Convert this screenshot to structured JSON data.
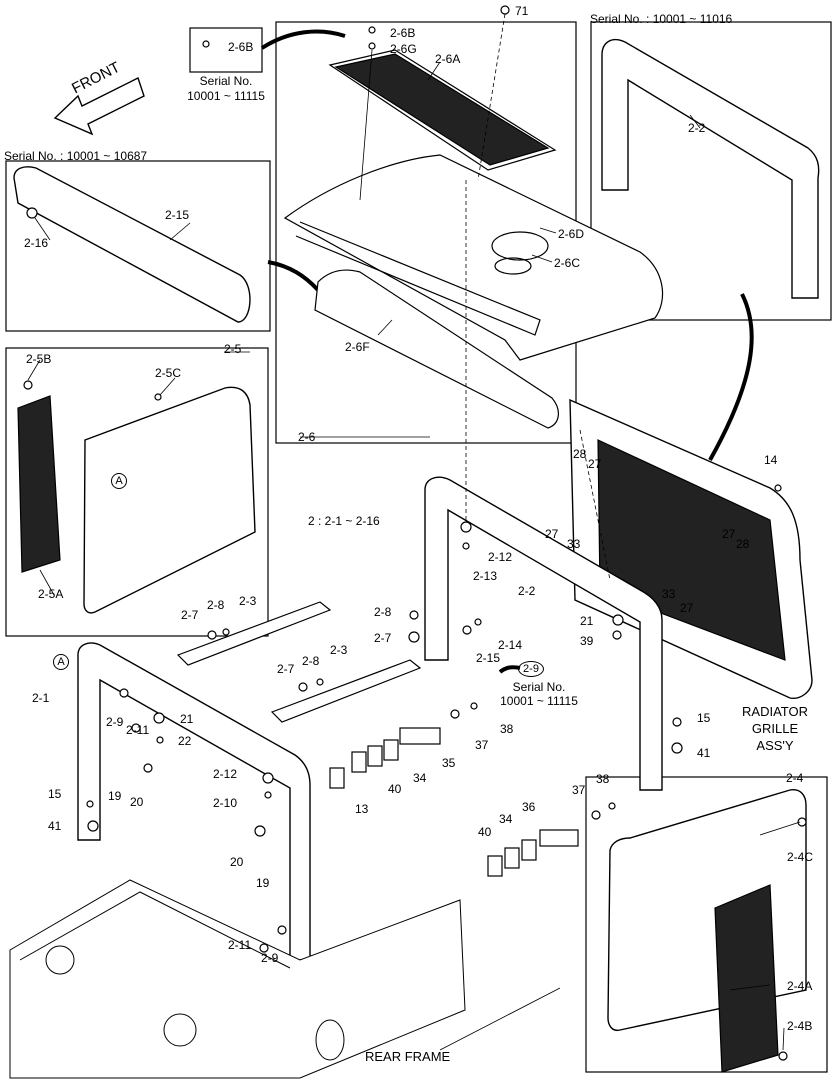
{
  "figure": {
    "front": "FRONT",
    "radiator_grille": [
      "RADIATOR",
      "GRILLE",
      "ASS'Y"
    ],
    "rear_frame": "REAR FRAME",
    "assembly_range": "2 : 2-1 ~ 2-16"
  },
  "serials": {
    "s_2_6b": [
      "Serial No.",
      "10001 ~ 11115"
    ],
    "s_2_2": "Serial No. : 10001 ~ 11016",
    "s_2_15": "Serial No. : 10001 ~ 10687",
    "s_2_9": [
      "Serial No.",
      "10001 ~ 11115"
    ]
  },
  "callouts": {
    "c71": "71",
    "c2_6B_box": "2-6B",
    "c2_6B": "2-6B",
    "c2_6G": "2-6G",
    "c2_6A": "2-6A",
    "c2_6D": "2-6D",
    "c2_6C": "2-6C",
    "c2_6F": "2-6F",
    "c2_6": "2-6",
    "c2_2_top": "2-2",
    "c2_15_top": "2-15",
    "c2_16": "2-16",
    "c2_5": "2-5",
    "c2_5B": "2-5B",
    "c2_5C": "2-5C",
    "c2_5A": "2-5A",
    "cA_1": "A",
    "c28a": "28",
    "c27a": "27",
    "c14": "14",
    "c27b": "27",
    "c33a": "33",
    "c2_12a": "2-12",
    "c2_13": "2-13",
    "c2_2": "2-2",
    "c27c": "27",
    "c28b": "28",
    "c33b": "33",
    "c27d": "27",
    "c21a": "21",
    "c39": "39",
    "c2_7a": "2-7",
    "c2_8a": "2-8",
    "c2_3a": "2-3",
    "c2_8b": "2-8",
    "c2_7b": "2-7",
    "c2_14": "2-14",
    "c2_15": "2-15",
    "c2_9c": "2-9",
    "c2_7c": "2-7",
    "c2_8c": "2-8",
    "c2_3b": "2-3",
    "cA_2": "A",
    "c2_1": "2-1",
    "c2_9a": "2-9",
    "c21b": "21",
    "c2_11a": "2-11",
    "c22": "22",
    "c38a": "38",
    "c37a": "37",
    "c15a": "15",
    "c41a": "41",
    "c35": "35",
    "c34a": "34",
    "c40a": "40",
    "c13": "13",
    "c2_12b": "2-12",
    "c2_10": "2-10",
    "c15b": "15",
    "c19a": "19",
    "c20a": "20",
    "c41b": "41",
    "c20b": "20",
    "c19b": "19",
    "c2_11b": "2-11",
    "c2_9b": "2-9",
    "c36": "36",
    "c37b": "37",
    "c38b": "38",
    "c34b": "34",
    "c40b": "40",
    "c2_4": "2-4",
    "c2_4C": "2-4C",
    "c2_4A": "2-4A",
    "c2_4B": "2-4B"
  }
}
